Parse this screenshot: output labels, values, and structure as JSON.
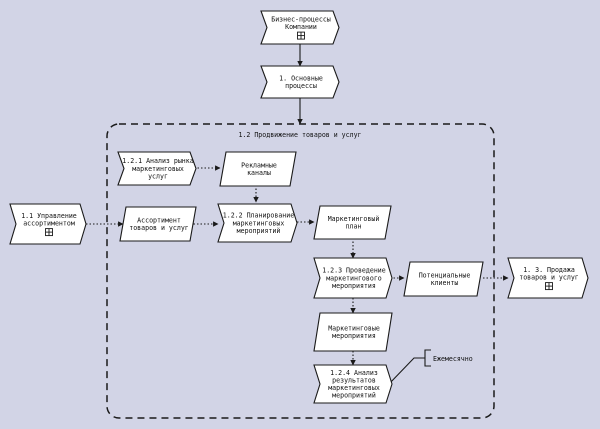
{
  "title": "1.2 Продвижение товаров и услуг",
  "nodes": {
    "bp": {
      "lines": [
        "Бизнес-процессы",
        "Компании"
      ]
    },
    "main": {
      "lines": [
        "1. Основные",
        "процессы"
      ]
    },
    "assortMgmt": {
      "lines": [
        "1.1 Управление",
        "ассортиментом"
      ]
    },
    "analysis": {
      "lines": [
        "1.2.1 Анализ рынка",
        "маркетинговых",
        "услуг"
      ]
    },
    "channels": {
      "lines": [
        "Рекламные",
        "каналы"
      ]
    },
    "assortment": {
      "lines": [
        "Ассортимент",
        "товаров и услуг"
      ]
    },
    "planning": {
      "lines": [
        "1.2.2 Планирование",
        "маркетинговых",
        "мероприятий"
      ]
    },
    "plan": {
      "lines": [
        "Маркетинговый",
        "план"
      ]
    },
    "conduct": {
      "lines": [
        "1.2.3 Проведение",
        "маркетингового",
        "мероприятия"
      ]
    },
    "clients": {
      "lines": [
        "Потенциальные",
        "клиенты"
      ]
    },
    "sales": {
      "lines": [
        "1. 3. Продажа",
        "товаров и услуг"
      ]
    },
    "events": {
      "lines": [
        "Маркетинговые",
        "мероприятия"
      ]
    },
    "evaluate": {
      "lines": [
        "1.2.4 Анализ",
        "результатов",
        "маркетинговых",
        "мероприятий"
      ]
    }
  },
  "annotation": {
    "text": "Ежемесячно"
  }
}
